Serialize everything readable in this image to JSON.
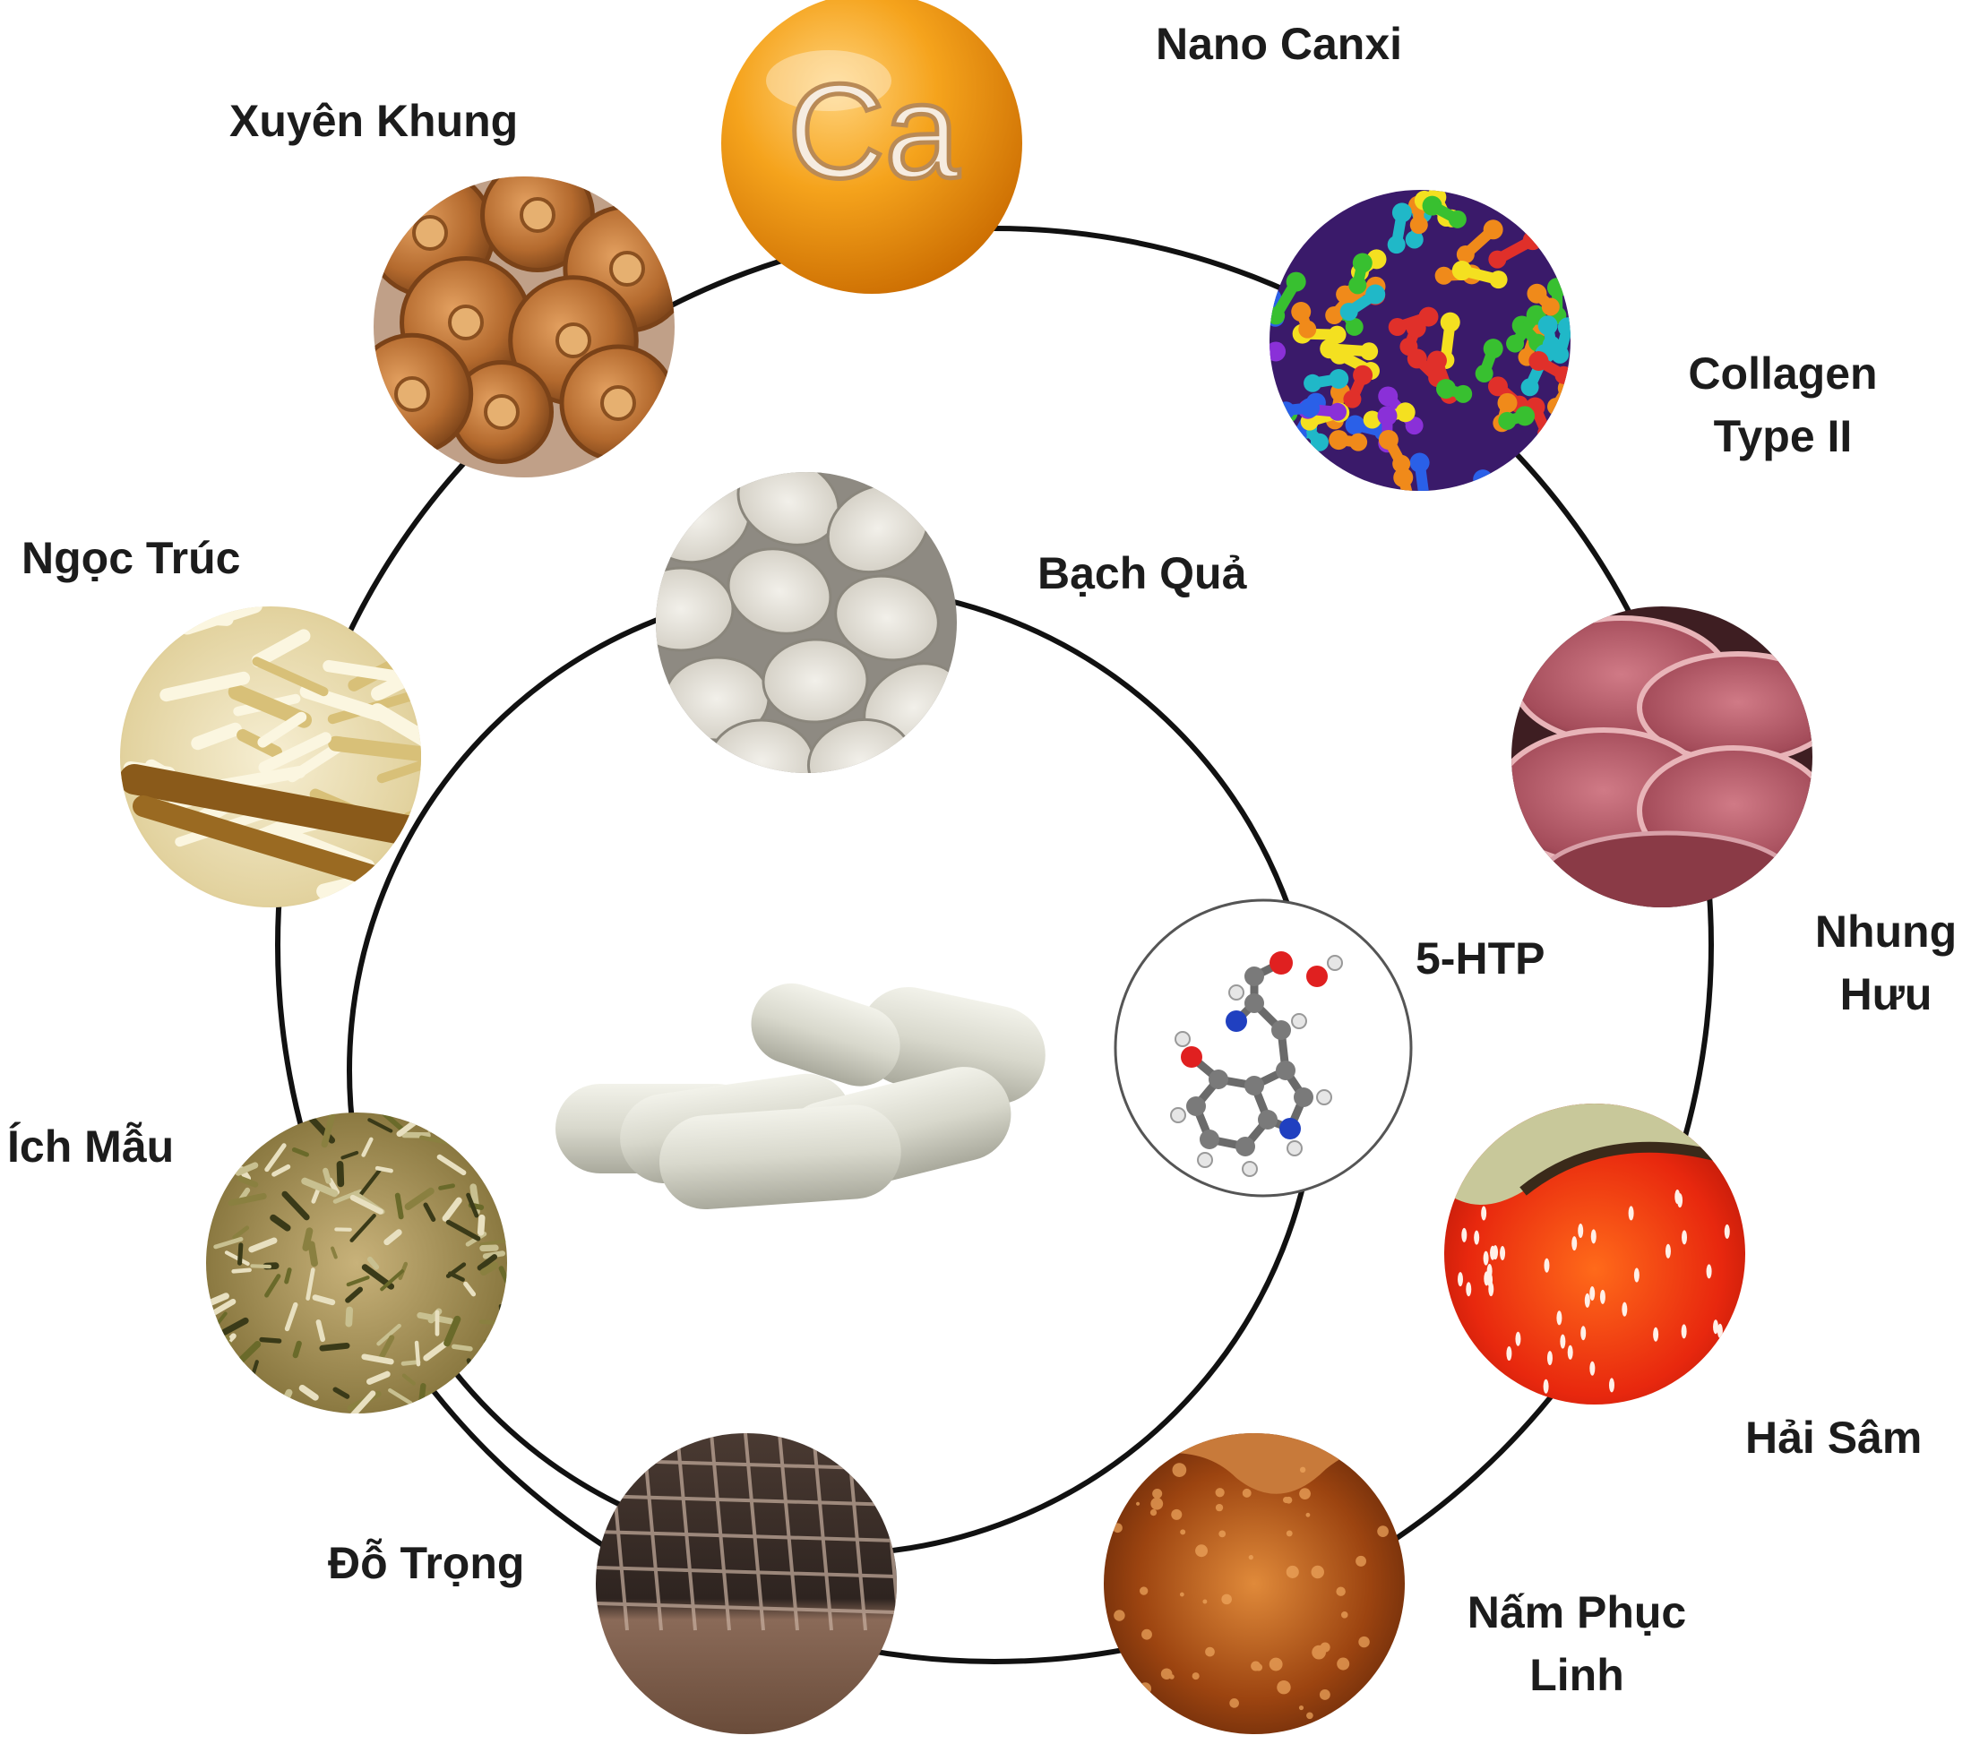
{
  "diagram": {
    "outer_ring": [
      {
        "id": "nano-canxi",
        "lines": [
          "Nano Canxi"
        ],
        "symbol": "Ca"
      },
      {
        "id": "collagen-type-ii",
        "lines": [
          "Collagen",
          "Type II"
        ]
      },
      {
        "id": "nhung-huu",
        "lines": [
          "Nhung",
          "Hưu"
        ]
      },
      {
        "id": "hai-sam",
        "lines": [
          "Hải Sâm"
        ]
      },
      {
        "id": "nam-phuc-linh",
        "lines": [
          "Nấm Phục",
          "Linh"
        ]
      },
      {
        "id": "do-trong",
        "lines": [
          "Đỗ Trọng"
        ]
      },
      {
        "id": "ich-mau",
        "lines": [
          "Ích Mẫu"
        ]
      },
      {
        "id": "ngoc-truc",
        "lines": [
          "Ngọc Trúc"
        ]
      },
      {
        "id": "xuyen-khung",
        "lines": [
          "Xuyên Khung"
        ]
      }
    ],
    "inner_ring": [
      {
        "id": "bach-qua",
        "lines": [
          "Bạch Quả"
        ]
      },
      {
        "id": "5-htp",
        "lines": [
          "5-HTP"
        ]
      }
    ],
    "center": {
      "id": "capsules"
    }
  }
}
